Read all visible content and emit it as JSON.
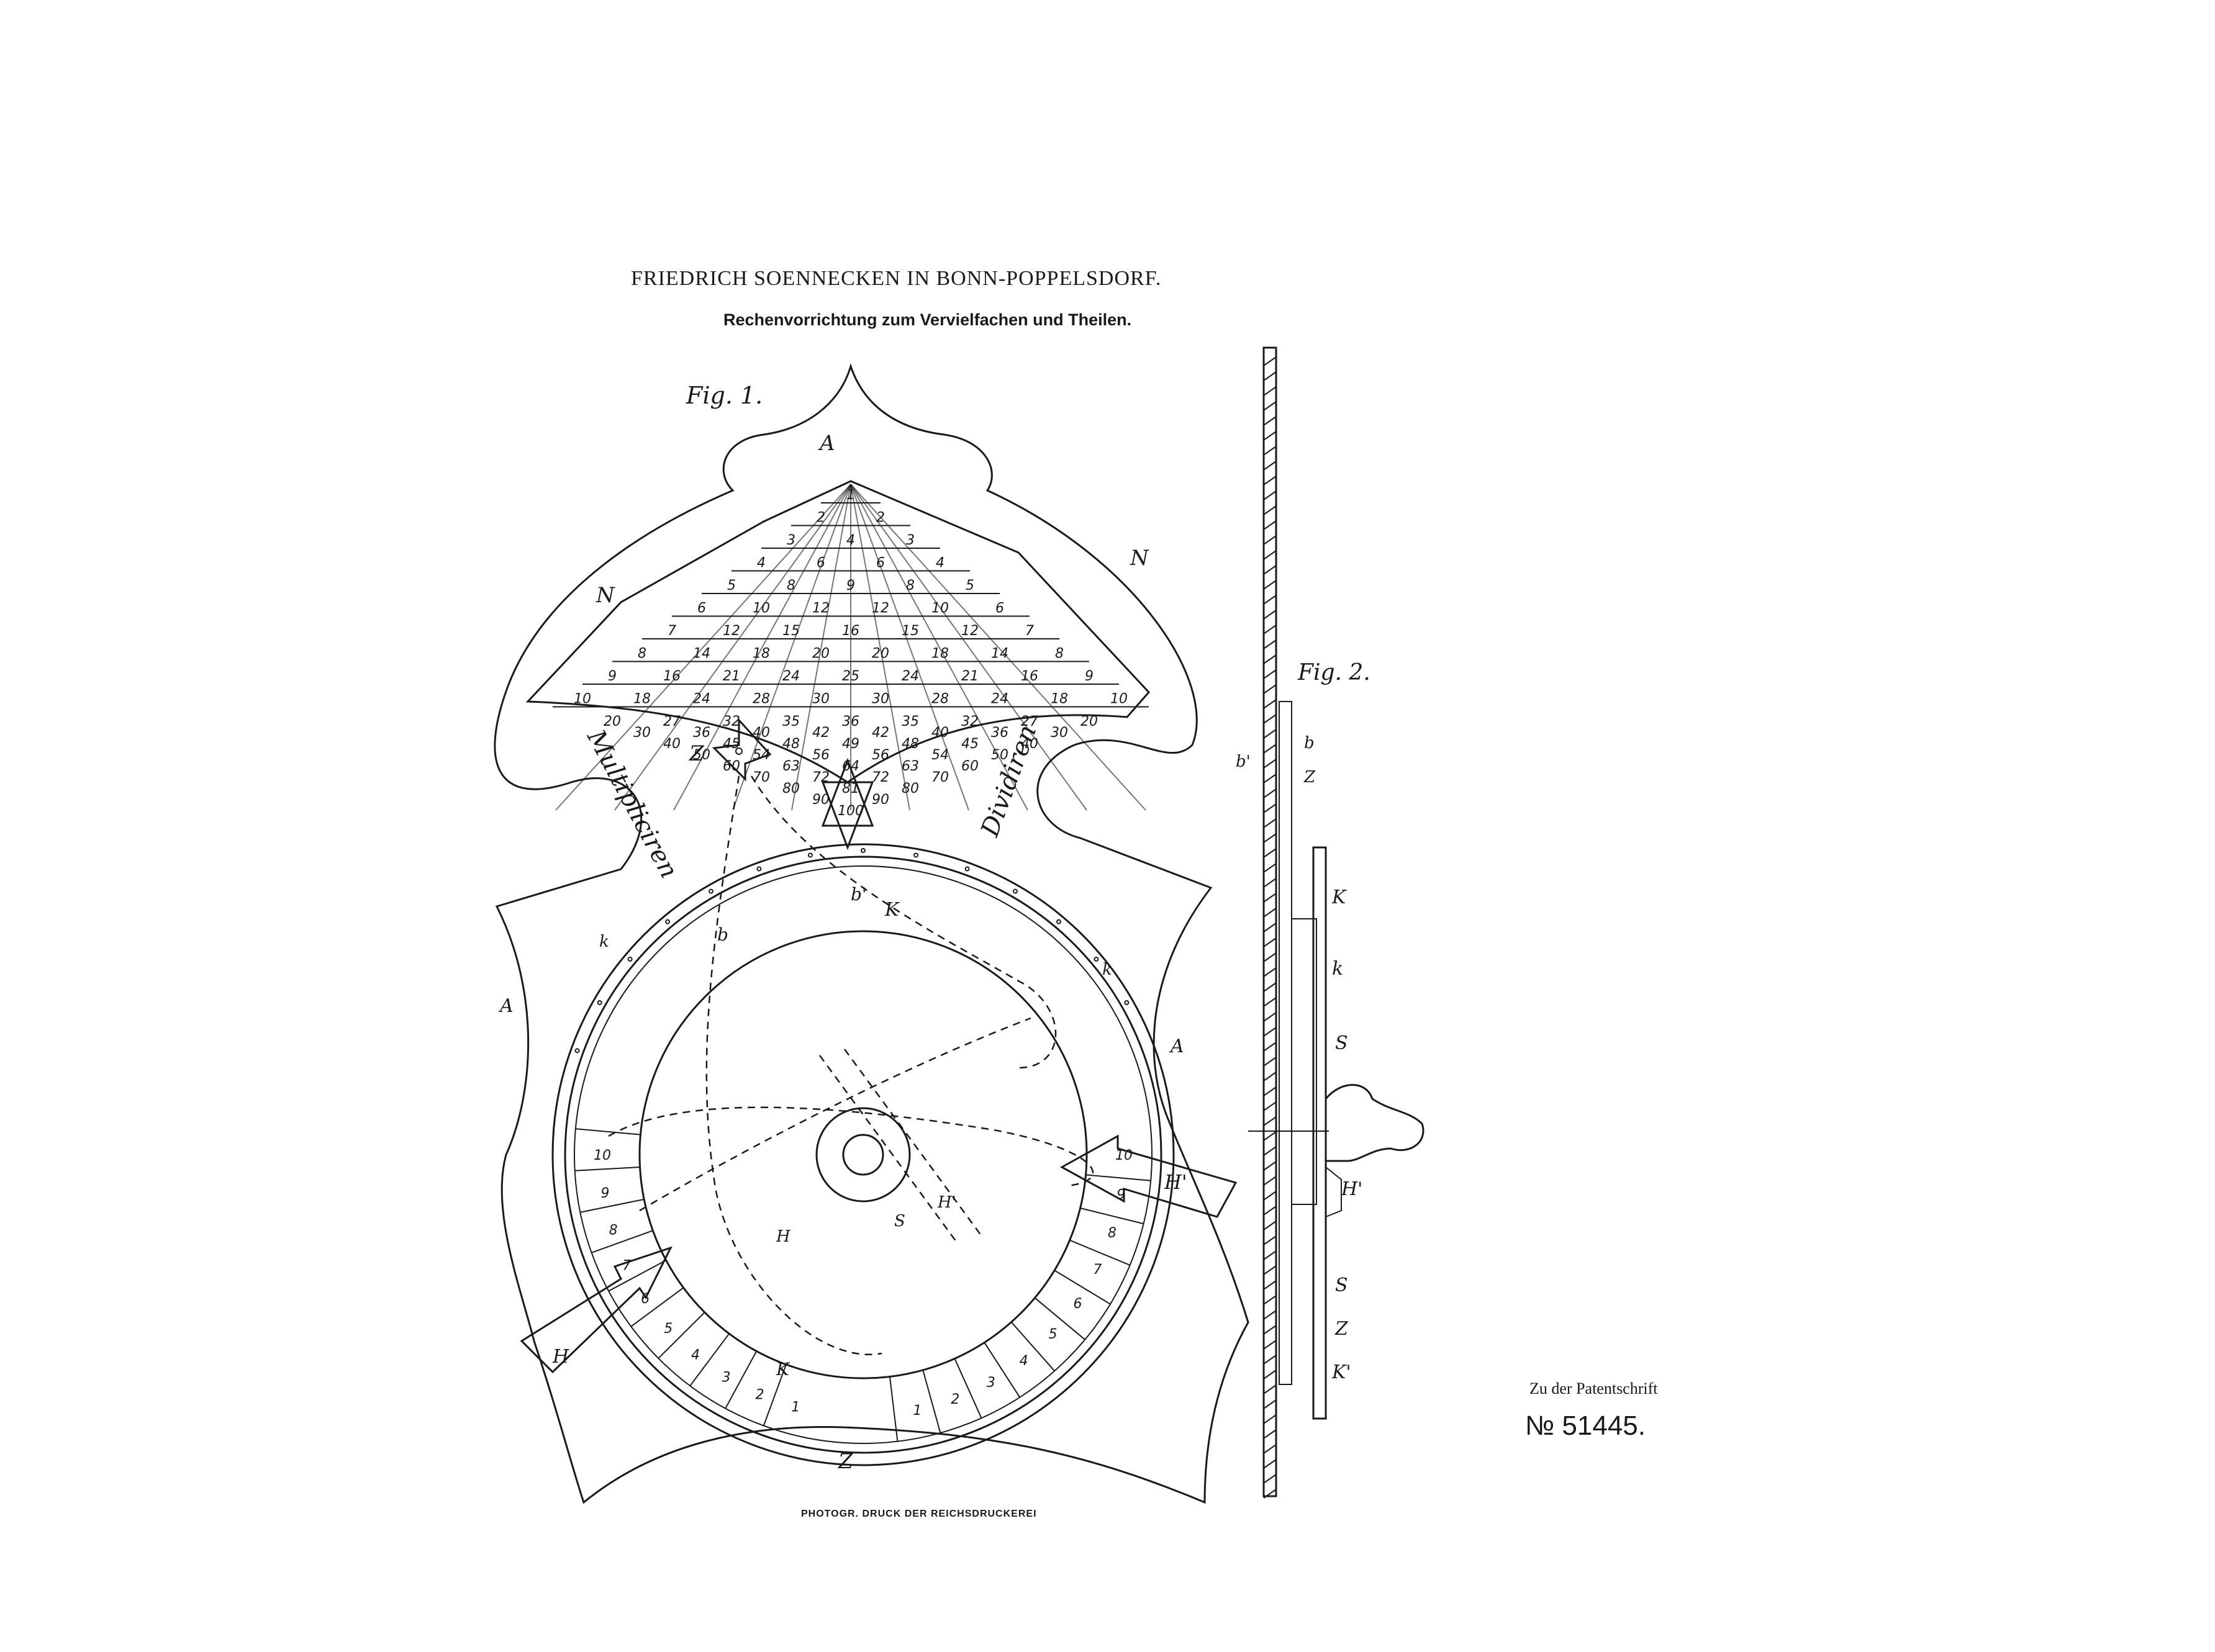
{
  "header": {
    "title": "FRIEDRICH SOENNECKEN IN BONN-POPPELSDORF.",
    "subtitle": "Rechenvorrichtung zum Vervielfachen und Theilen."
  },
  "figures": {
    "fig1": "Fig. 1.",
    "fig2": "Fig. 2."
  },
  "fig1_labels": {
    "A": "A",
    "N": "N",
    "Z": "Z",
    "K": "K",
    "k": "k",
    "b": "b",
    "b_prime": "b'",
    "H": "H",
    "H_prime": "H'",
    "S": "S",
    "multiply_word": "Multipliciren",
    "divide_word": "Dividiren"
  },
  "fig2_labels": {
    "b": "b",
    "b_prime": "b'",
    "Z": "Z",
    "K": "K",
    "k": "k",
    "S": "S",
    "H_prime": "H'",
    "K_prime": "K'"
  },
  "table_rows": [
    [
      "1"
    ],
    [
      "2",
      "2"
    ],
    [
      "3",
      "4",
      "3"
    ],
    [
      "4",
      "6",
      "6",
      "4"
    ],
    [
      "5",
      "8",
      "9",
      "8",
      "5"
    ],
    [
      "6",
      "10",
      "12",
      "12",
      "10",
      "6"
    ],
    [
      "7",
      "12",
      "15",
      "16",
      "15",
      "12",
      "7"
    ],
    [
      "8",
      "14",
      "18",
      "20",
      "20",
      "18",
      "14",
      "8"
    ],
    [
      "9",
      "16",
      "21",
      "24",
      "25",
      "24",
      "21",
      "16",
      "9"
    ],
    [
      "10",
      "18",
      "24",
      "28",
      "30",
      "30",
      "28",
      "24",
      "18",
      "10"
    ]
  ],
  "table_rows_lower": [
    [
      "20",
      "27",
      "32",
      "35",
      "36",
      "35",
      "32",
      "27",
      "20"
    ],
    [
      "30",
      "36",
      "40",
      "42",
      "42",
      "40",
      "36",
      "30"
    ],
    [
      "40",
      "45",
      "48",
      "49",
      "48",
      "45",
      "40"
    ],
    [
      "50",
      "54",
      "56",
      "56",
      "54",
      "50"
    ],
    [
      "60",
      "63",
      "64",
      "63",
      "60"
    ],
    [
      "70",
      "72",
      "72",
      "70"
    ],
    [
      "80",
      "81",
      "80"
    ],
    [
      "90",
      "90"
    ],
    [
      "100"
    ]
  ],
  "dial_left": [
    "10",
    "9",
    "8",
    "7",
    "6",
    "5",
    "4",
    "3",
    "2",
    "1"
  ],
  "dial_right": [
    "10",
    "9",
    "8",
    "7",
    "6",
    "5",
    "4",
    "3",
    "2",
    "1"
  ],
  "footer": "PHOTOGR. DRUCK DER REICHSDRUCKEREI",
  "reference": {
    "label": "Zu der Patentschrift",
    "number": "№ 51445."
  }
}
